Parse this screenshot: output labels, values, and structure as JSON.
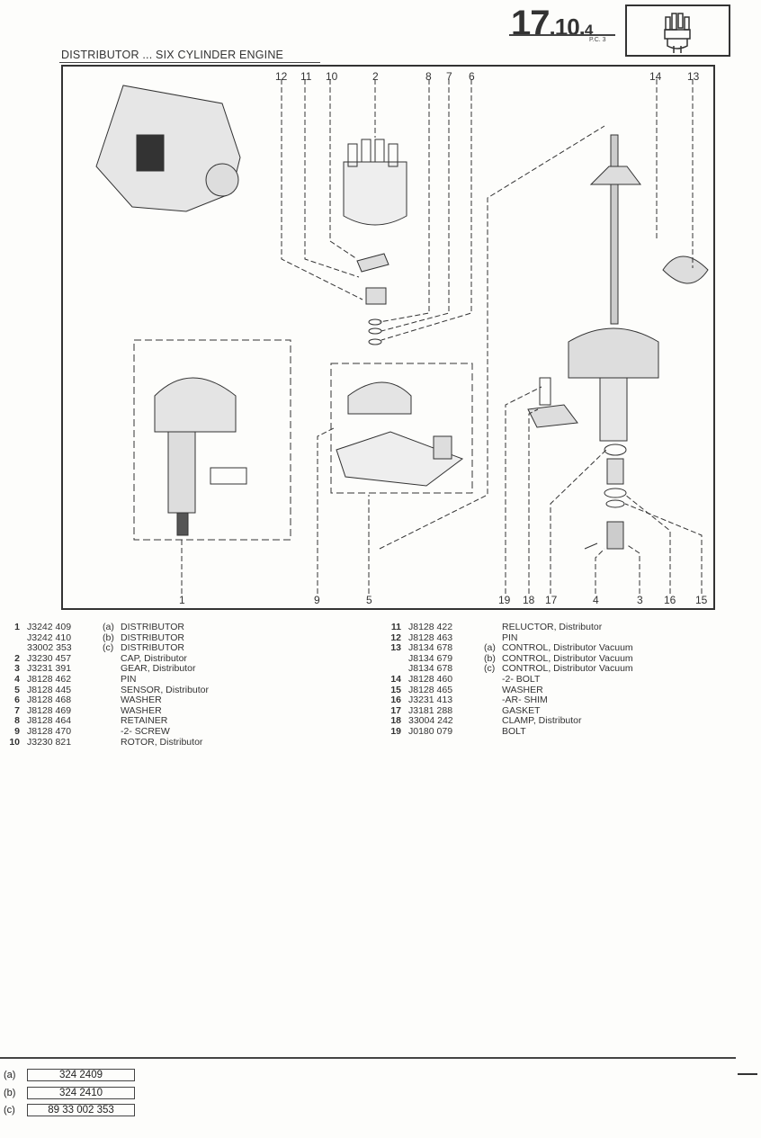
{
  "header": {
    "section_main": "17",
    "section_sub": "10",
    "section_page": "4",
    "page_code": "P.C. 3",
    "thumbnail_icon": "distributor-icon"
  },
  "title": "DISTRIBUTOR ... SIX CYLINDER ENGINE",
  "callouts_top": [
    "12",
    "11",
    "10",
    "2",
    "8",
    "7",
    "6",
    "14",
    "13"
  ],
  "callouts_bottom": [
    "1",
    "9",
    "5",
    "19",
    "18",
    "17",
    "4",
    "3",
    "16",
    "15"
  ],
  "parts_left": [
    {
      "n": "1",
      "pn": "J3242 409",
      "v": "(a)",
      "d": "DISTRIBUTOR"
    },
    {
      "n": "",
      "pn": "J3242 410",
      "v": "(b)",
      "d": "DISTRIBUTOR"
    },
    {
      "n": "",
      "pn": "33002 353",
      "v": "(c)",
      "d": "DISTRIBUTOR"
    },
    {
      "n": "2",
      "pn": "J3230 457",
      "v": "",
      "d": "CAP, Distributor"
    },
    {
      "n": "3",
      "pn": "J3231 391",
      "v": "",
      "d": "GEAR, Distributor"
    },
    {
      "n": "4",
      "pn": "J8128 462",
      "v": "",
      "d": "PIN"
    },
    {
      "n": "5",
      "pn": "J8128 445",
      "v": "",
      "d": "SENSOR, Distributor"
    },
    {
      "n": "6",
      "pn": "J8128 468",
      "v": "",
      "d": "WASHER"
    },
    {
      "n": "7",
      "pn": "J8128 469",
      "v": "",
      "d": "WASHER"
    },
    {
      "n": "8",
      "pn": "J8128 464",
      "v": "",
      "d": "RETAINER"
    },
    {
      "n": "9",
      "pn": "J8128 470",
      "v": "",
      "d": "-2- SCREW"
    },
    {
      "n": "10",
      "pn": "J3230 821",
      "v": "",
      "d": "ROTOR, Distributor"
    }
  ],
  "parts_right": [
    {
      "n": "11",
      "pn": "J8128 422",
      "v": "",
      "d": "RELUCTOR, Distributor"
    },
    {
      "n": "12",
      "pn": "J8128 463",
      "v": "",
      "d": "PIN"
    },
    {
      "n": "13",
      "pn": "J8134 678",
      "v": "(a)",
      "d": "CONTROL, Distributor Vacuum"
    },
    {
      "n": "",
      "pn": "J8134 679",
      "v": "(b)",
      "d": "CONTROL, Distributor Vacuum"
    },
    {
      "n": "",
      "pn": "J8134 678",
      "v": "(c)",
      "d": "CONTROL, Distributor Vacuum"
    },
    {
      "n": "14",
      "pn": "J8128 460",
      "v": "",
      "d": "-2- BOLT"
    },
    {
      "n": "15",
      "pn": "J8128 465",
      "v": "",
      "d": "WASHER"
    },
    {
      "n": "16",
      "pn": "J3231 413",
      "v": "",
      "d": "-AR- SHIM"
    },
    {
      "n": "17",
      "pn": "J3181 288",
      "v": "",
      "d": "GASKET"
    },
    {
      "n": "18",
      "pn": "33004 242",
      "v": "",
      "d": "CLAMP, Distributor"
    },
    {
      "n": "19",
      "pn": "J0180 079",
      "v": "",
      "d": "BOLT"
    }
  ],
  "footnotes": [
    {
      "label": "(a)",
      "value": "324 2409"
    },
    {
      "label": "(b)",
      "value": "324 2410"
    },
    {
      "label": "(c)",
      "value": "89 33 002 353"
    }
  ]
}
